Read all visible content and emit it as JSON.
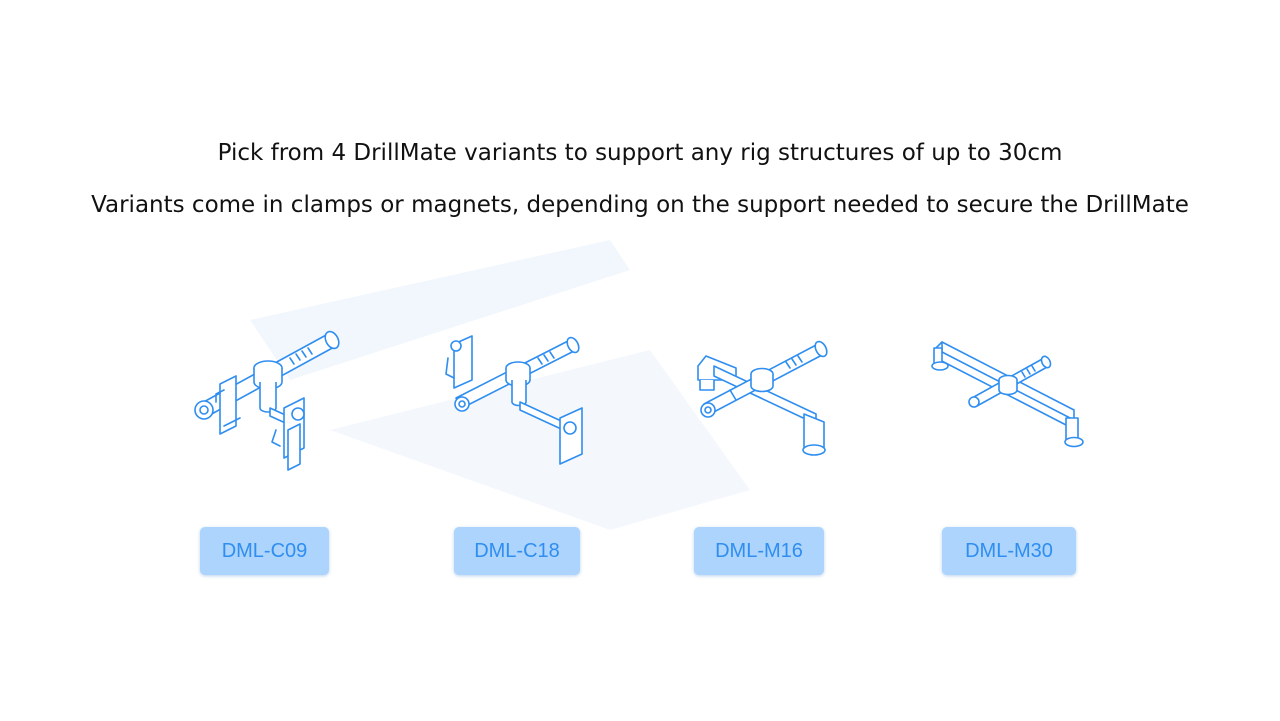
{
  "headings": {
    "line1": "Pick from 4 DrillMate variants to support any rig structures of up to 30cm",
    "line2": "Variants come in clamps or magnets, depending on the support needed to secure the DrillMate"
  },
  "variants": [
    {
      "label": "DML-C09",
      "mount": "clamp"
    },
    {
      "label": "DML-C18",
      "mount": "clamp"
    },
    {
      "label": "DML-M16",
      "mount": "magnet"
    },
    {
      "label": "DML-M30",
      "mount": "magnet"
    }
  ],
  "colors": {
    "accent": "#2f8ef0",
    "button_bg": "#acd4fd",
    "text": "#111111",
    "background": "#ffffff"
  }
}
